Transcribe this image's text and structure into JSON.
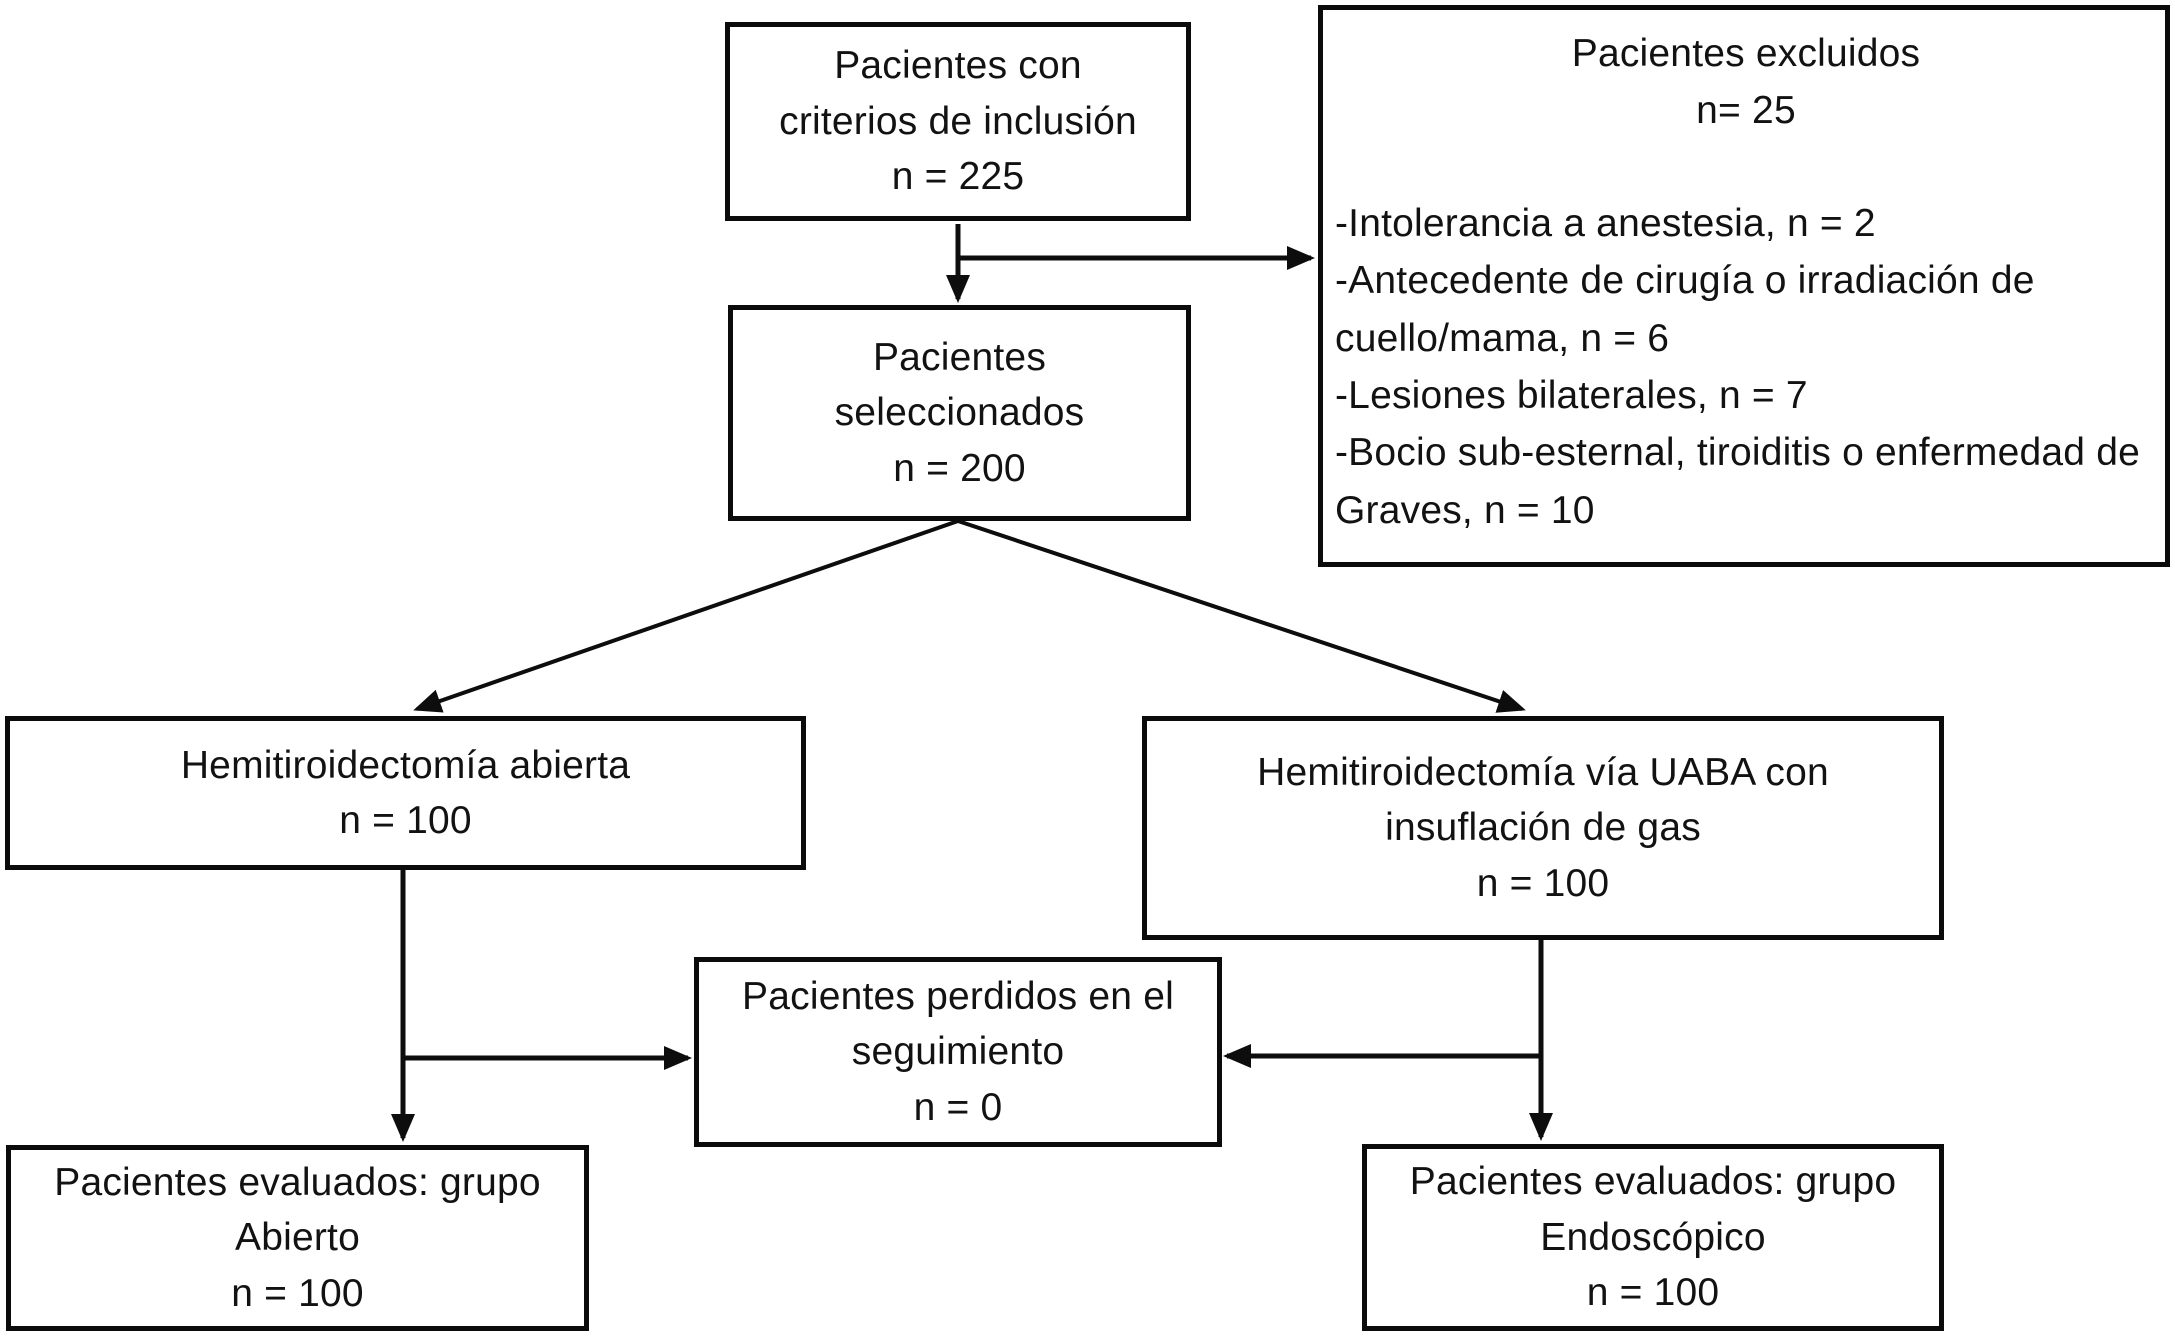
{
  "diagram": {
    "type": "patient-flowchart",
    "language": "es",
    "colors": {
      "border": "#0b0b0b",
      "text": "#121212",
      "background": "#ffffff"
    },
    "boxes": {
      "inclusion": {
        "lines": [
          "Pacientes con",
          "criterios de inclusión",
          "n = 225"
        ]
      },
      "excluded": {
        "title_lines": [
          "Pacientes excluidos",
          "n= 25"
        ],
        "items": [
          "-Intolerancia a anestesia, n = 2",
          "-Antecedente de cirugía o irradiación de cuello/mama, n = 6",
          "-Lesiones bilaterales, n = 7",
          "-Bocio sub-esternal, tiroiditis o enfermedad de Graves, n = 10"
        ]
      },
      "selected": {
        "lines": [
          "Pacientes",
          "seleccionados",
          "n = 200"
        ]
      },
      "open_arm": {
        "lines": [
          "Hemitiroidectomía abierta",
          "n = 100"
        ]
      },
      "uaba_arm": {
        "lines": [
          "Hemitiroidectomía vía UABA con",
          "insuflación de gas",
          "n = 100"
        ]
      },
      "lost_followup": {
        "lines": [
          "Pacientes perdidos en el",
          "seguimiento",
          "n = 0"
        ]
      },
      "evaluated_open": {
        "lines": [
          "Pacientes evaluados: grupo",
          "Abierto",
          "n = 100"
        ]
      },
      "evaluated_endoscopic": {
        "lines": [
          "Pacientes evaluados: grupo",
          "Endoscópico",
          "n = 100"
        ]
      }
    }
  }
}
